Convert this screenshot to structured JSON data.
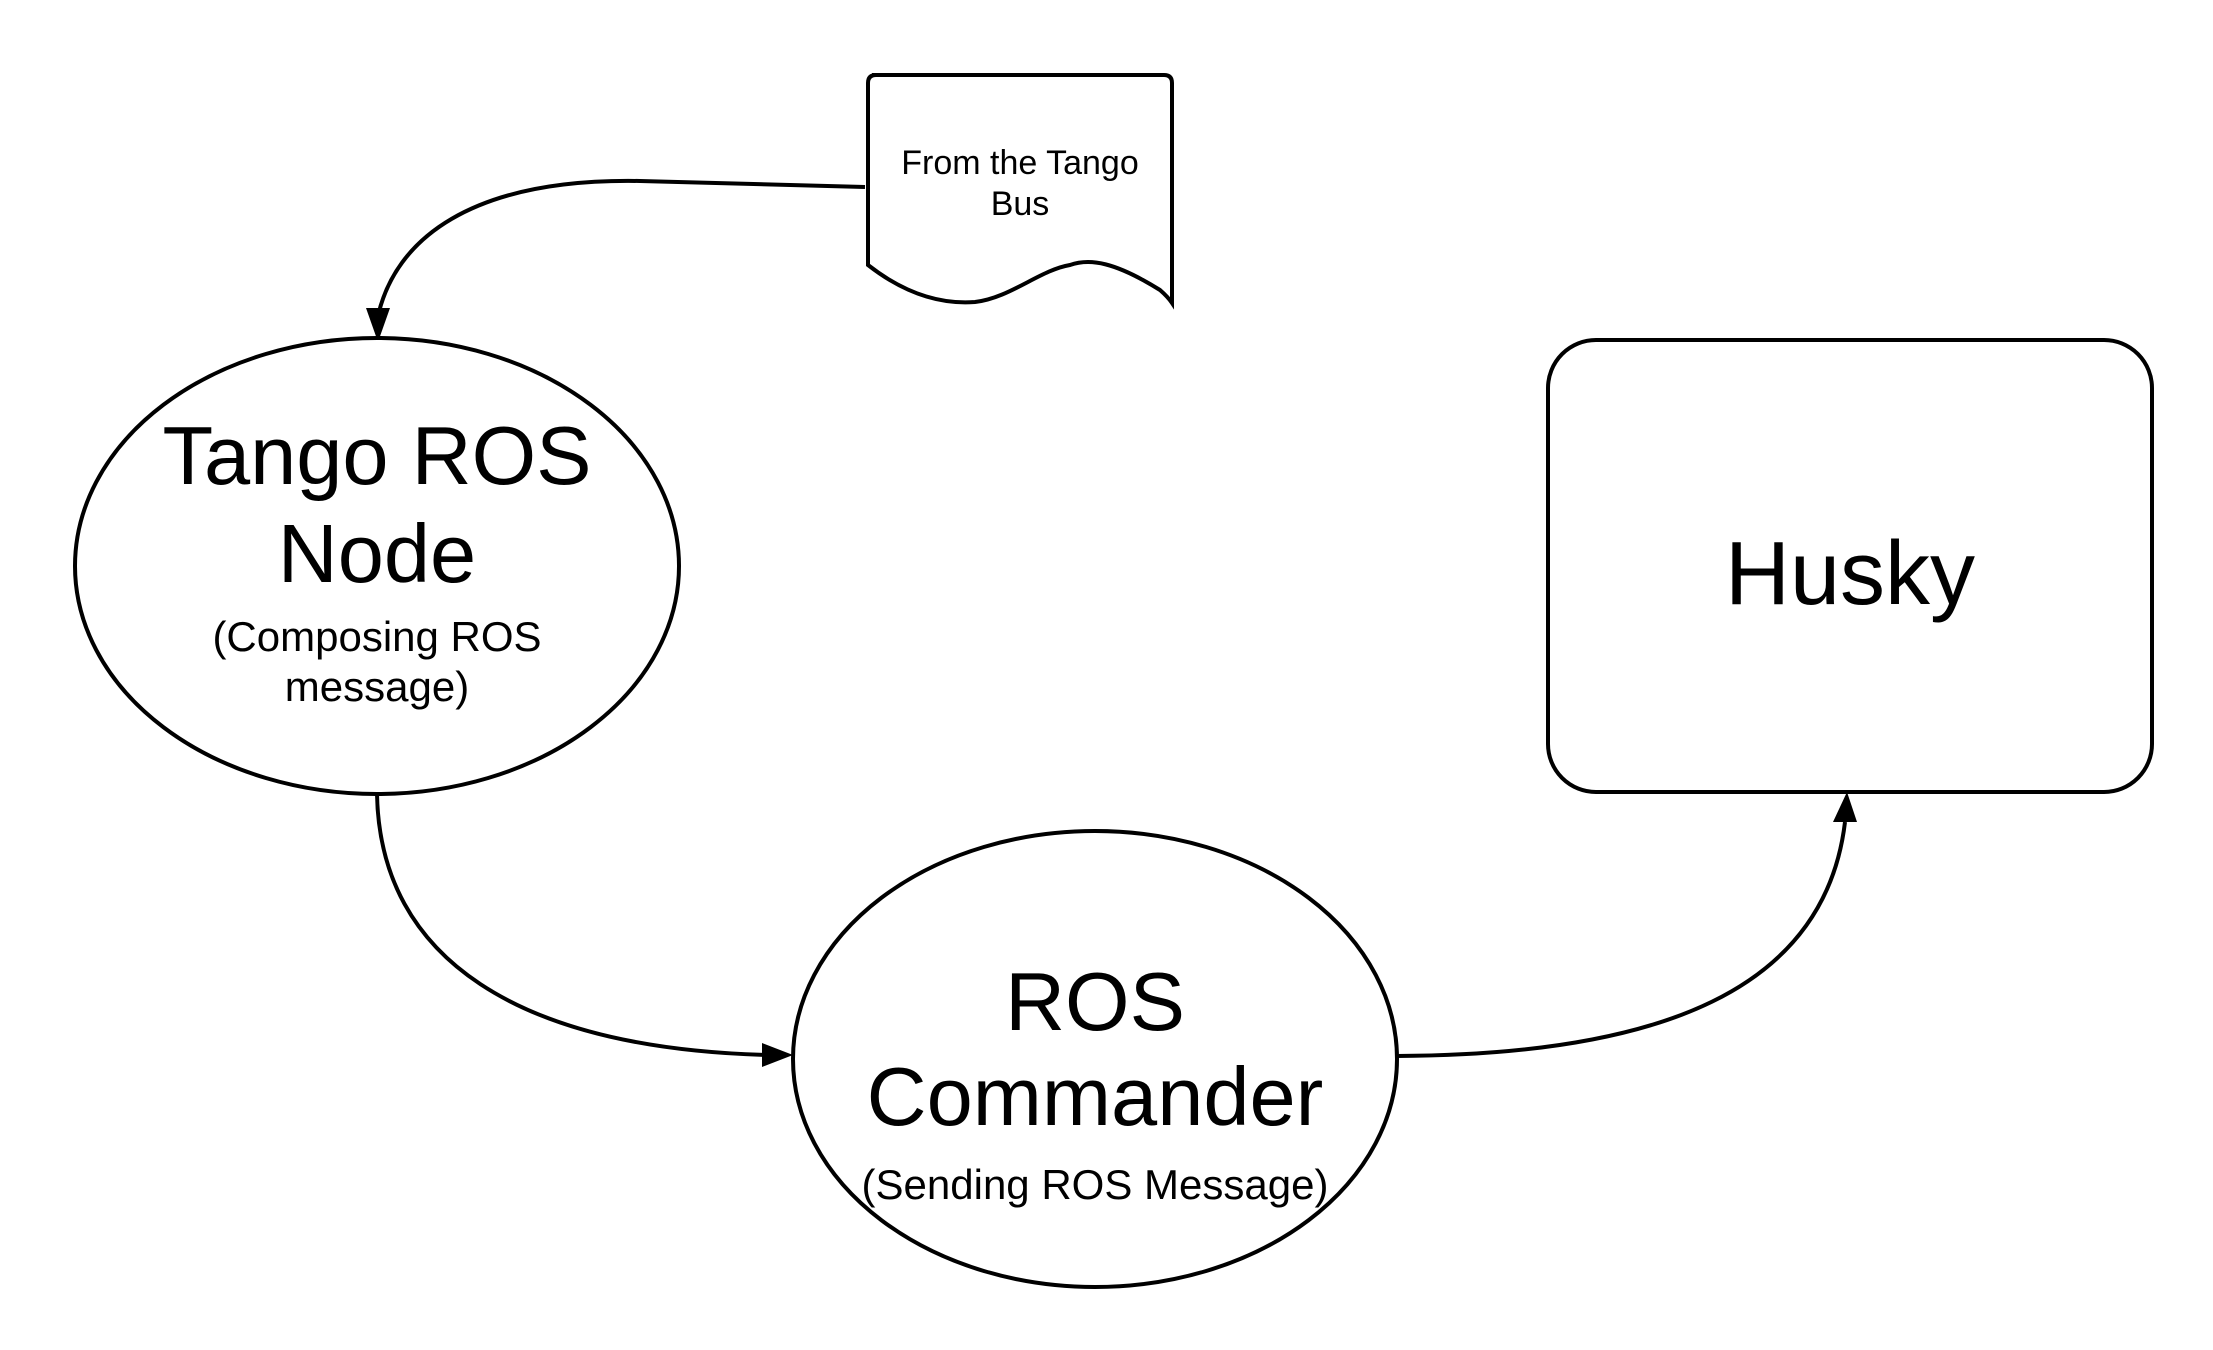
{
  "nodes": {
    "document": {
      "lines": [
        "From the Tango",
        "Bus"
      ]
    },
    "tango_node": {
      "title_lines": [
        "Tango ROS",
        "Node"
      ],
      "subtitle_lines": [
        "(Composing ROS",
        "message)"
      ]
    },
    "ros_commander": {
      "title_lines": [
        "ROS",
        "Commander"
      ],
      "subtitle_lines": [
        "(Sending ROS Message)"
      ]
    },
    "husky": {
      "title": "Husky"
    }
  },
  "edges": [
    {
      "from": "document",
      "to": "tango_node"
    },
    {
      "from": "tango_node",
      "to": "ros_commander"
    },
    {
      "from": "ros_commander",
      "to": "husky"
    }
  ]
}
